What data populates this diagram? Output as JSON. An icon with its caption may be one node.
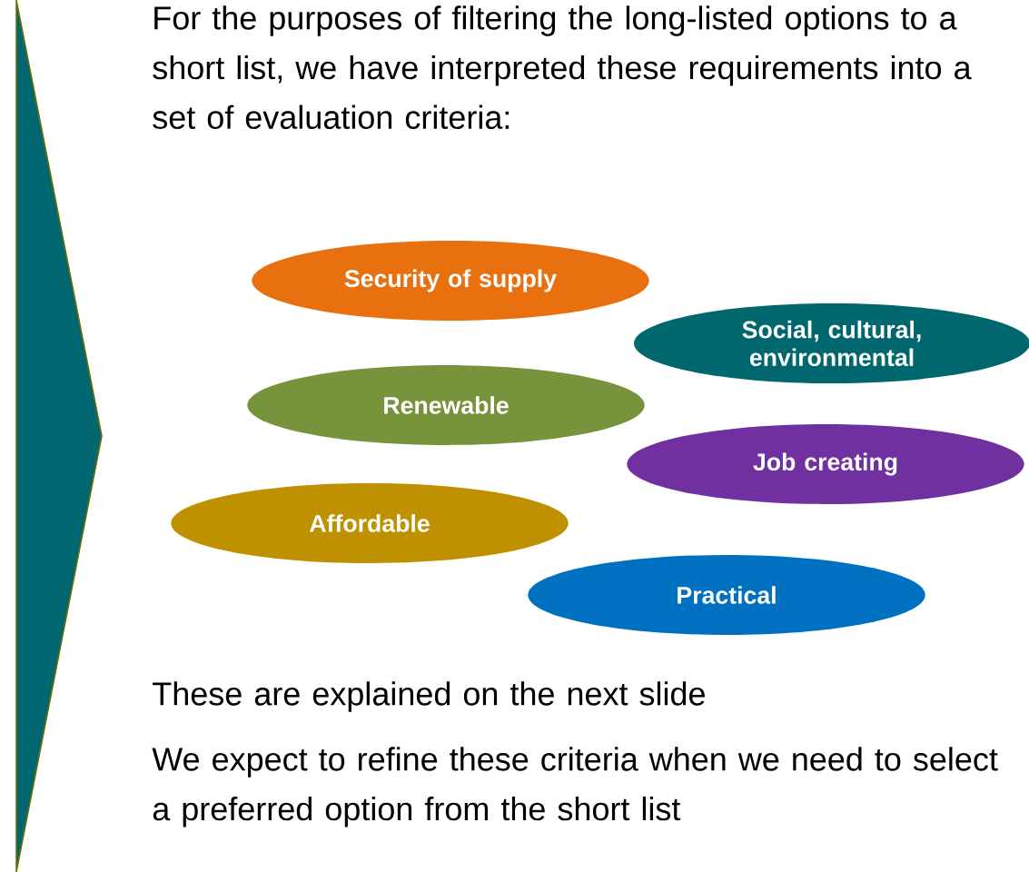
{
  "diagram": {
    "nodes": [
      {
        "text": [
          "Security of supply"
        ]
      },
      {
        "text": [
          "Social, cultural, environmental"
        ]
      },
      {
        "text": [
          "Renewable"
        ]
      },
      {
        "text": [
          "Job creating"
        ]
      },
      {
        "text": [
          "Affordable"
        ]
      },
      {
        "text": [
          "Practical"
        ]
      }
    ],
    "labels": [
      "For the purposes of filtering the long-listed options to a short list, we have interpreted these requirements into a set of evaluation criteria:",
      "These are explained on the next slide",
      "We expect to refine these criteria when we need to select a preferred option from the short list"
    ]
  }
}
